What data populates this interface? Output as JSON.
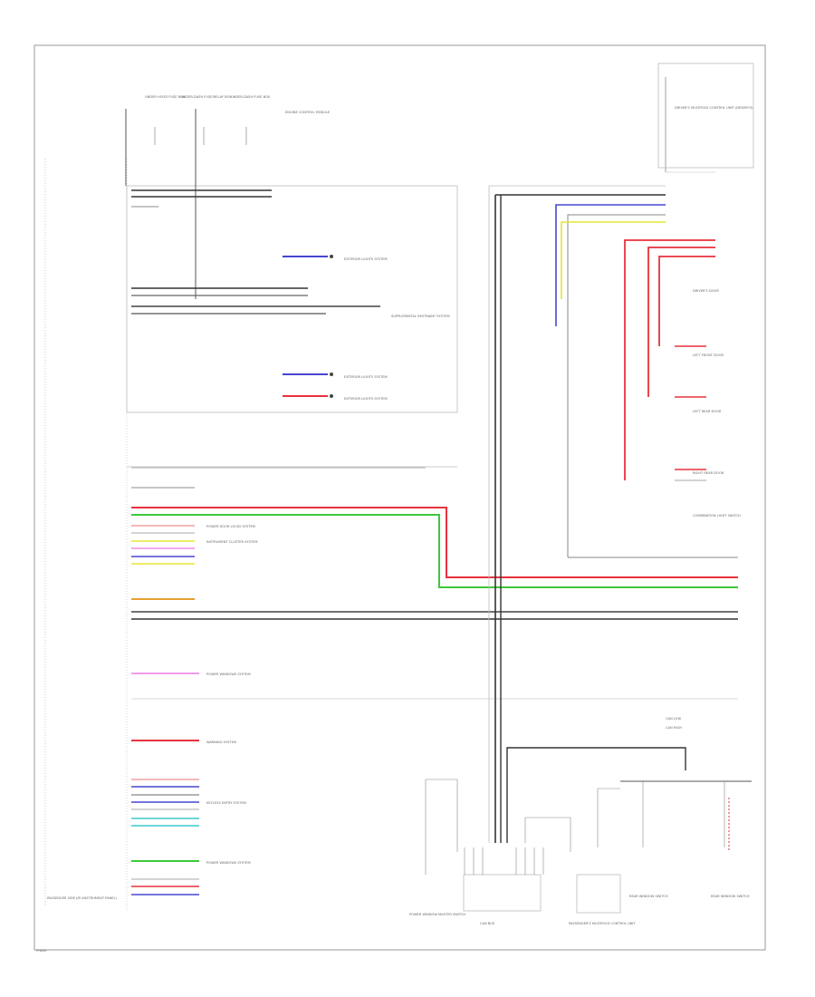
{
  "diagram": {
    "page_code": "P/W/M",
    "left_module_label": "PASSENGER SIDE J/B (INSTRUMENT PANEL)",
    "header_refs": [
      "UNDER HOOD FUSE BOX",
      "UNDER-DASH FUSE/RELAY BOX",
      "UNDER-DASH FUSE BOX",
      "ENGINE CONTROL MODULE"
    ],
    "top_right_module": "DRIVER'S MULTIPLEX CONTROL UNIT (DRIVER'S)",
    "right_labels": [
      "DRIVER'S DOOR",
      "LEFT FRONT DOOR",
      "LEFT REAR DOOR",
      "RIGHT REAR DOOR",
      "COMBINATION LIGHT SWITCH"
    ],
    "bottom_modules": [
      "POWER WINDOW MASTER SWITCH",
      "CAN BUS",
      "PASSENGER'S MULTIPLEX CONTROL UNIT",
      "REAR WINDOW SWITCH",
      "REAR WINDOW SWITCH"
    ],
    "legend": [
      "CAN LOW",
      "CAN HIGH"
    ],
    "system_refs": [
      "EXTERIOR LIGHTS SYSTEM",
      "POWER DOOR LOCKS SYSTEM",
      "SUPPLEMENTAL RESTRAINT SYSTEM",
      "INSTRUMENT CLUSTER SYSTEM",
      "POWER WINDOWS SYSTEM",
      "WARNING SYSTEM",
      "KEYLESS ENTRY SYSTEM"
    ],
    "colors": {
      "wire_black": "#333333",
      "wire_red": "#e8323c",
      "wire_green": "#3cc83c",
      "wire_blue": "#4646d2",
      "wire_yellow": "#e6e632",
      "wire_pink": "#f08ce6",
      "wire_orange": "#e6a032",
      "wire_gray": "#9a9a9a"
    }
  }
}
